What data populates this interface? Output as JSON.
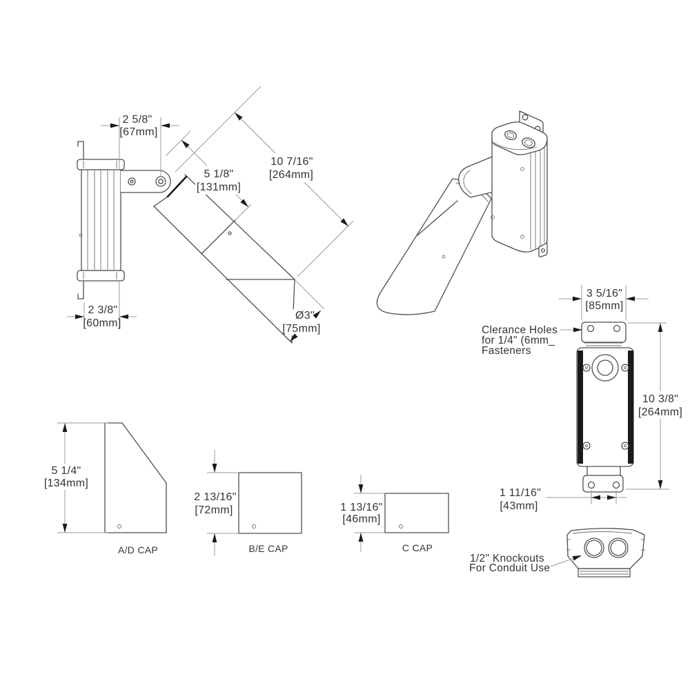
{
  "side": {
    "w_in": "2 5/8\"",
    "w_mm": "[67mm]",
    "hw_in": "5 1/8\"",
    "hw_mm": "[131mm]",
    "hl_in": "10 7/16\"",
    "hl_mm": "[264mm]",
    "dia_in": "Ø3\"",
    "dia_mm": "[75mm]",
    "d_in": "2 3/8\"",
    "d_mm": "[60mm]"
  },
  "back": {
    "bw_in": "3 5/16\"",
    "bw_mm": "[85mm]",
    "h_in": "10 3/8\"",
    "h_mm": "[264mm]",
    "hs_in": "1 11/16\"",
    "hs_mm": "[43mm]",
    "note1": "Clerance Holes",
    "note2": "for 1/4\" (6mm_",
    "note3": "Fasteners"
  },
  "caps": [
    {
      "label": "A/D CAP",
      "in": "5 1/4\"",
      "mm": "[134mm]"
    },
    {
      "label": "B/E CAP",
      "in": "2 13/16\"",
      "mm": "[72mm]"
    },
    {
      "label": "C CAP",
      "in": "1 13/16\"",
      "mm": "[46mm]"
    }
  ],
  "knockouts": {
    "note1": "1/2\" Knockouts",
    "note2": "For Conduit Use"
  },
  "colors": {
    "ink": "#4d4d4d",
    "dim_ink": "#9a9a9a",
    "text_ink": "#333333",
    "arrow_ink": "#1a1a1a",
    "background": "#ffffff"
  }
}
